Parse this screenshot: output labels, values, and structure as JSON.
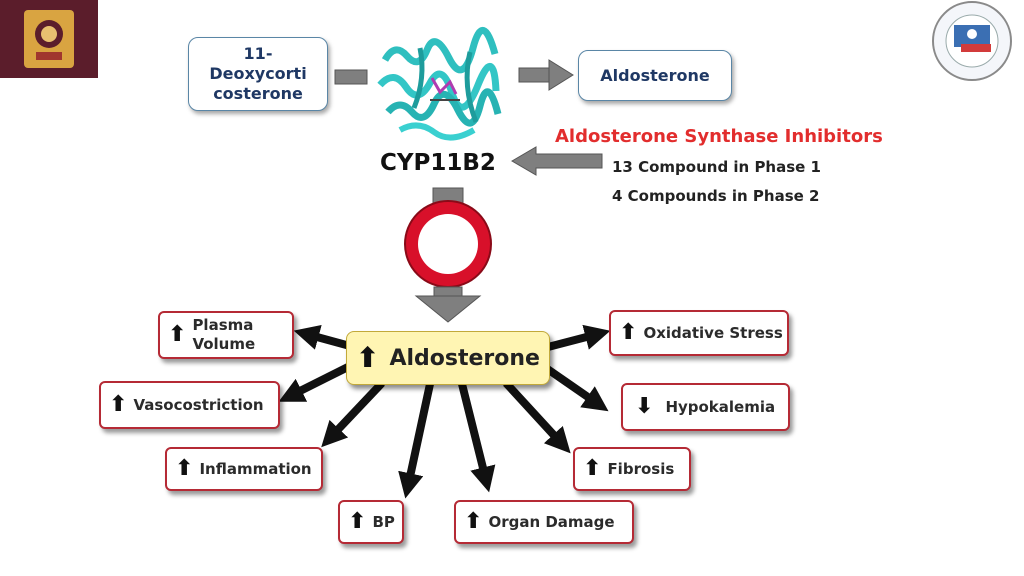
{
  "substrate": {
    "line1": "11-",
    "line2": "Deoxycorti",
    "line3": "costerone"
  },
  "product": "Aldosterone",
  "enzyme": "CYP11B2",
  "inhibitors": {
    "title": "Aldosterone Synthase Inhibitors",
    "line1": "13 Compound in Phase 1",
    "line2": "4 Compounds in Phase 2"
  },
  "center": {
    "arrow": "⬆",
    "label": "Aldosterone"
  },
  "effects": {
    "plasma": {
      "arrow": "⬆",
      "line1": "Plasma",
      "line2": "Volume"
    },
    "vaso": {
      "arrow": "⬆",
      "label": "Vasocostriction"
    },
    "inflammation": {
      "arrow": "⬆",
      "label": "Inflammation"
    },
    "bp": {
      "arrow": "⬆",
      "label": "BP"
    },
    "organ": {
      "arrow": "⬆",
      "label": "Organ Damage"
    },
    "fibrosis": {
      "arrow": "⬆",
      "label": "Fibrosis"
    },
    "hypokalemia": {
      "arrow": "⬇",
      "label": "Hypokalemia"
    },
    "oxidative": {
      "arrow": "⬆",
      "label": "Oxidative Stress"
    }
  },
  "colors": {
    "inhibitor_title": "#e22d2d",
    "box_border_red": "#b52a35",
    "box_border_blue": "#5a86a6",
    "center_fill": "#fff5b3",
    "protein": "#2fbfbf"
  }
}
